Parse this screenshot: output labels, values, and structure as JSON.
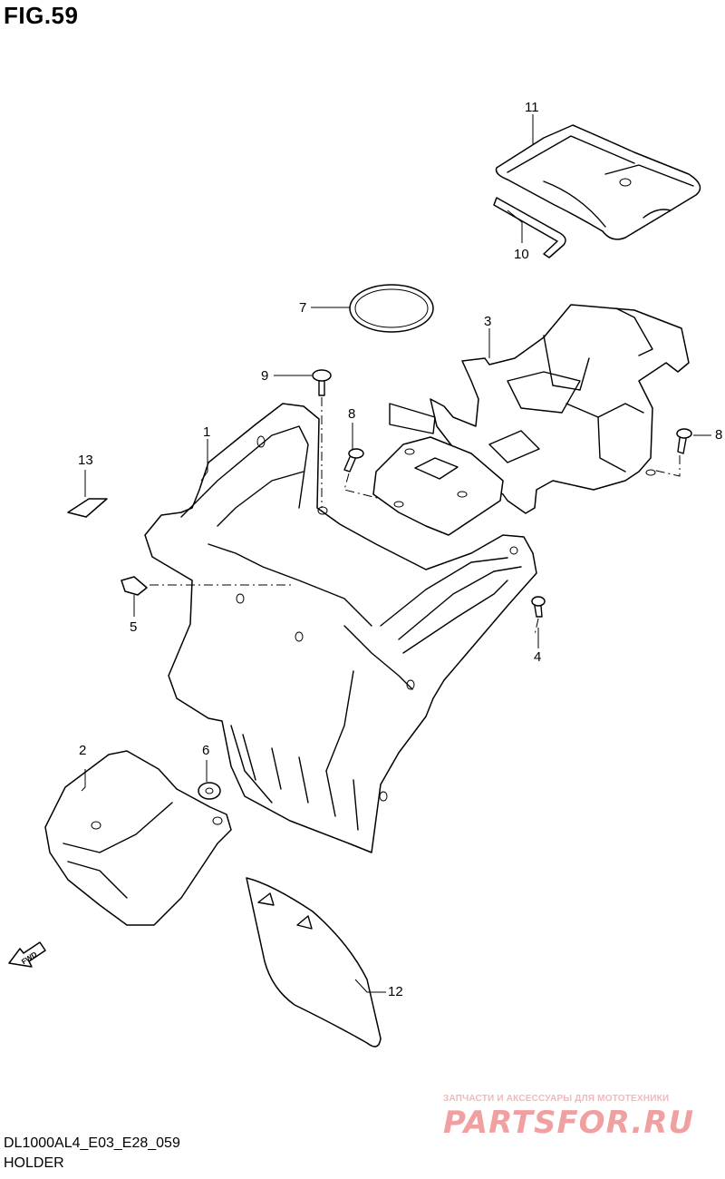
{
  "figure": {
    "title": "FIG.59"
  },
  "callouts": {
    "c1": "1",
    "c2": "2",
    "c3": "3",
    "c4": "4",
    "c5": "5",
    "c6": "6",
    "c7": "7",
    "c8a": "8",
    "c8b": "8",
    "c9": "9",
    "c10": "10",
    "c11": "11",
    "c12": "12",
    "c13": "13"
  },
  "fwd_label": "FWD",
  "footer": {
    "code": "DL1000AL4_E03_E28_059",
    "name": "HOLDER"
  },
  "watermark": {
    "tagline": "ЗАПЧАСТИ И АКСЕССУАРЫ ДЛЯ МОТОТЕХНИКИ",
    "brand": "PARTSFOR.RU"
  },
  "colors": {
    "line": "#000000",
    "watermark": "#f0a0a0"
  }
}
